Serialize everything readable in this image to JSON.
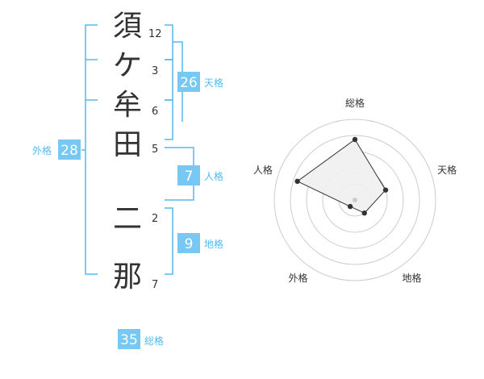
{
  "name": {
    "characters": [
      {
        "char": "須",
        "strokes": "12"
      },
      {
        "char": "ケ",
        "strokes": "3"
      },
      {
        "char": "牟",
        "strokes": "6"
      },
      {
        "char": "田",
        "strokes": "5"
      },
      {
        "char": "二",
        "strokes": "2"
      },
      {
        "char": "那",
        "strokes": "7"
      }
    ]
  },
  "fortunes": {
    "tenkaku": {
      "value": "26",
      "label": "天格"
    },
    "jinkaku": {
      "value": "7",
      "label": "人格"
    },
    "chikaku": {
      "value": "9",
      "label": "地格"
    },
    "gaikaku": {
      "value": "28",
      "label": "外格"
    },
    "soukaku": {
      "value": "35",
      "label": "総格"
    }
  },
  "radar": {
    "axes": [
      "総格",
      "天格",
      "地格",
      "外格",
      "人格"
    ],
    "values": [
      0.75,
      0.4,
      0.2,
      0.1,
      0.75
    ],
    "max": 1
  },
  "colors": {
    "bracket": "#55b9ef",
    "badge": "#77c8f2",
    "text": "#333333",
    "radar_fill": "#efefef",
    "radar_ring": "#cccccc"
  }
}
